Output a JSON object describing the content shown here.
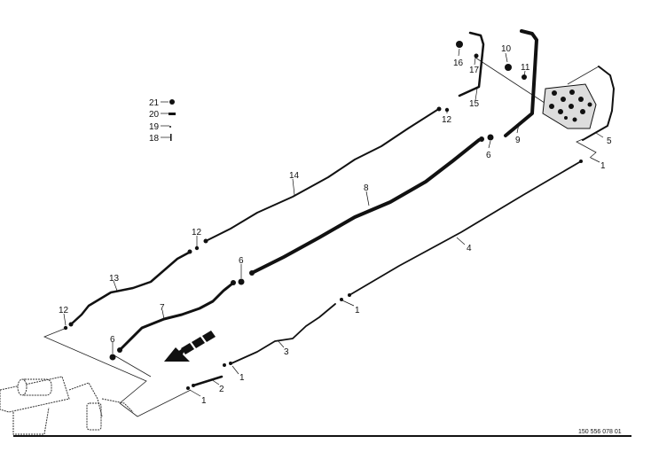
{
  "diagram": {
    "reference_number": "150 556 078 01",
    "callouts": {
      "c1a": "1",
      "c1b": "1",
      "c1c": "1",
      "c1d": "1",
      "c2": "2",
      "c3": "3",
      "c4": "4",
      "c5": "5",
      "c6a": "6",
      "c6b": "6",
      "c6c": "6",
      "c7": "7",
      "c8": "8",
      "c9": "9",
      "c10": "10",
      "c11": "11",
      "c12a": "12",
      "c12b": "12",
      "c12c": "12",
      "c13": "13",
      "c14": "14",
      "c15": "15",
      "c16": "16",
      "c17": "17",
      "c18": "18",
      "c19": "19",
      "c20": "20",
      "c21": "21"
    },
    "colors": {
      "line": "#111111",
      "background": "#ffffff"
    }
  }
}
